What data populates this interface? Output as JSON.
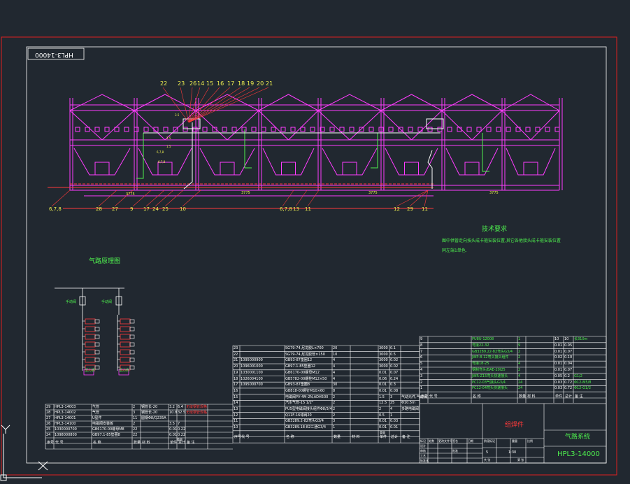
{
  "drawing": {
    "drawing_number": "HPL3-14000",
    "drawing_number_mirrored": "HPL3-14000",
    "diagram_title": "气路原理图",
    "tech_req_title": "技术要求",
    "tech_req_line1": "图中供管走向按头成卡箍安装位置,其它各他接头成卡箍安装位置",
    "tech_req_line2": "同左端1单色.",
    "assembly_name": "组焊件",
    "system_name": "气路系统",
    "colors": {
      "frame": "#e02020",
      "magenta": "#ff3cff",
      "white": "#ffffff",
      "green": "#4ef04e",
      "yellow": "#f0f050",
      "red": "#ff3a3a",
      "background": "#212830"
    }
  },
  "leaders_top": [
    "22",
    "23",
    "26",
    "14",
    "15",
    "16",
    "17",
    "18",
    "19",
    "20",
    "21"
  ],
  "leaders_bottom_left": [
    "6,7,8",
    "28",
    "27",
    "9",
    "17",
    "24",
    "25",
    "10"
  ],
  "leaders_bottom_mid": [
    "6,7,8",
    "13",
    "11"
  ],
  "leaders_bottom_right": [
    "12",
    "29",
    "11"
  ],
  "dimension_labels": [
    "3775",
    "3775",
    "3775",
    "3775"
  ],
  "callouts_left": [
    "3.5",
    "1.5",
    "1.5",
    "6,7,8",
    "6,7,8"
  ],
  "schematic_labels": [
    "手动阀",
    "手动阀",
    "压力表",
    "压力表"
  ],
  "bom_left": {
    "rows": [
      {
        "no": "29",
        "code": "HPL3-14003",
        "name": "气管",
        "qty": "2",
        "mat": "钢管长-20",
        "w1": "3.2",
        "w2": "6.4",
        "note": "无缝钢管规格"
      },
      {
        "no": "28",
        "code": "HPL3-14002",
        "name": "气管",
        "qty": "3",
        "mat": "钢管长-20",
        "w1": "10.8",
        "w2": "32.5",
        "note": "无缝钢管规格"
      },
      {
        "no": "27",
        "code": "HPL3-14001",
        "name": "U型件",
        "qty": "11",
        "mat": "圆钢Φ8/Q235A",
        "w1": "",
        "w2": "",
        "note": ""
      },
      {
        "no": "26",
        "code": "HPL3-14100",
        "name": "电磁阀安装板",
        "qty": "2",
        "mat": "",
        "w1": "3.5",
        "w2": "7",
        "note": ""
      },
      {
        "no": "25",
        "code": "1030000700",
        "name": "GB6170-00螺母M8",
        "qty": "22",
        "mat": "",
        "w1": "0.01",
        "w2": "0.22",
        "note": ""
      },
      {
        "no": "24",
        "code": "1098000800",
        "name": "GB97.1-85垫圈8",
        "qty": "22",
        "mat": "",
        "w1": "0.01",
        "w2": "0.22",
        "note": ""
      }
    ],
    "headers": [
      "序号",
      "代 号",
      "名 称",
      "数量",
      "材 料",
      "单件",
      "总计",
      "备 注"
    ],
    "weight_header": "重量"
  },
  "bom_mid": {
    "rows": [
      {
        "no": "23",
        "code": "",
        "name": "SG79-74,尼龙胶L×700",
        "qty": "20",
        "w1": "3000",
        "w2": "0.1",
        "note": ""
      },
      {
        "no": "22",
        "code": "",
        "name": "SG79-74,尼龙胶管×150",
        "qty": "10",
        "w1": "3000",
        "w2": "0.5",
        "note": ""
      },
      {
        "no": "21",
        "code": "1095000900",
        "name": "GB93-87垫圈12",
        "qty": "4",
        "w1": "3000",
        "w2": "0.02",
        "note": ""
      },
      {
        "no": "20",
        "code": "1096001000",
        "name": "GB97.1-85垫圈12",
        "qty": "4",
        "w1": "3000",
        "w2": "0.02",
        "note": ""
      },
      {
        "no": "19",
        "code": "1030001100",
        "name": "GB6170-00螺母M12",
        "qty": "4",
        "w1": "0.01",
        "w2": "0.07",
        "note": ""
      },
      {
        "no": "18",
        "code": "1026004100",
        "name": "GB5782-00螺栓M12×50",
        "qty": "4",
        "w1": "0.06",
        "w2": "0.24",
        "note": ""
      },
      {
        "no": "17",
        "code": "1095000700",
        "name": "GB93-87垫圈8",
        "qty": "30",
        "w1": "0.01",
        "w2": "0.3",
        "note": ""
      },
      {
        "no": "16",
        "code": "",
        "name": "GB818-00螺钉M10×60",
        "qty": "8",
        "w1": "0.01",
        "w2": "0.08",
        "note": ""
      },
      {
        "no": "15",
        "code": "",
        "name": "电磁阀PV-4M-2N,ADH500",
        "qty": "2",
        "w1": "1.5",
        "w2": "3",
        "note": "气动元件,气动阀"
      },
      {
        "no": "14",
        "code": "",
        "name": "汽水气管-15 1/2\"",
        "qty": "2",
        "w1": "12.5",
        "w2": "25",
        "note": "Φ10.5m"
      },
      {
        "no": "13",
        "code": "",
        "name": "PU5型电磁阀接头组件Φ8/3/4",
        "qty": "2",
        "w1": "2",
        "w2": "4",
        "note": "多路电磁阀"
      },
      {
        "no": "12",
        "code": "",
        "name": "Q11F-16球阀20",
        "qty": "2",
        "w1": "0.5",
        "w2": "1",
        "note": ""
      },
      {
        "no": "11",
        "code": "",
        "name": "GB3289.2-82弯头G3/4",
        "qty": "3",
        "w1": "0.01",
        "w2": "0.03",
        "note": ""
      },
      {
        "no": "10",
        "code": "",
        "name": "GB3289.18-82三通G3/4",
        "qty": "1",
        "w1": "0.01",
        "w2": "0.01",
        "note": ""
      }
    ],
    "headers": [
      "序号",
      "代 号",
      "名 称",
      "数量",
      "材 料",
      "单件",
      "总计",
      "备 注"
    ],
    "weight_header": "重量"
  },
  "bom_right": {
    "rows": [
      {
        "no": "9",
        "name": "PU8U-12008",
        "qty": "1",
        "w1": "10",
        "w2": "10",
        "note": "长310m"
      },
      {
        "no": "8",
        "name": "弯接22-32",
        "qty": "9",
        "w1": "0.01",
        "w2": "0.05",
        "note": ""
      },
      {
        "no": "7",
        "name": "GB3289.22-82弯头G3/4",
        "qty": "2",
        "w1": "0.01",
        "w2": "0.07",
        "note": ""
      },
      {
        "no": "6",
        "name": "JWP-8-12弯头接头组件",
        "qty": "2",
        "w1": "0.02",
        "w2": "0.10",
        "note": ""
      },
      {
        "no": "5",
        "name": "弯接18-25",
        "qty": "4",
        "w1": "0.01",
        "w2": "0.04",
        "note": ""
      },
      {
        "no": "4",
        "name": "钢制弯头/BAE-20I25",
        "qty": "2",
        "w1": "0.01",
        "w2": "0.07",
        "note": ""
      },
      {
        "no": "3",
        "name": "JWR-Z15弯头快速接头",
        "qty": "4",
        "w1": "0.05",
        "w2": "0.2",
        "note": "G1/2"
      },
      {
        "no": "2",
        "name": "PC12-03气接头G3/4",
        "qty": "24",
        "w1": "0.03",
        "w2": "0.72",
        "note": "Φ12-M5/8"
      },
      {
        "no": "1",
        "name": "PC12-04弯头快速接头",
        "qty": "24",
        "w1": "0.03",
        "w2": "0.72",
        "note": "Φ12-G1/2"
      }
    ],
    "headers": [
      "序号",
      "代 号",
      "名 称",
      "数量",
      "材 料",
      "单件",
      "总计",
      "备 注"
    ],
    "title_block": [
      "标记",
      "处数",
      "更改文件号",
      "签名",
      "日期",
      "设计",
      "审核",
      "工艺",
      "标准化",
      "批准",
      "阶段标记",
      "重量",
      "比例",
      "共 张",
      "第 张"
    ],
    "scale": "1:30",
    "weight": "5"
  }
}
